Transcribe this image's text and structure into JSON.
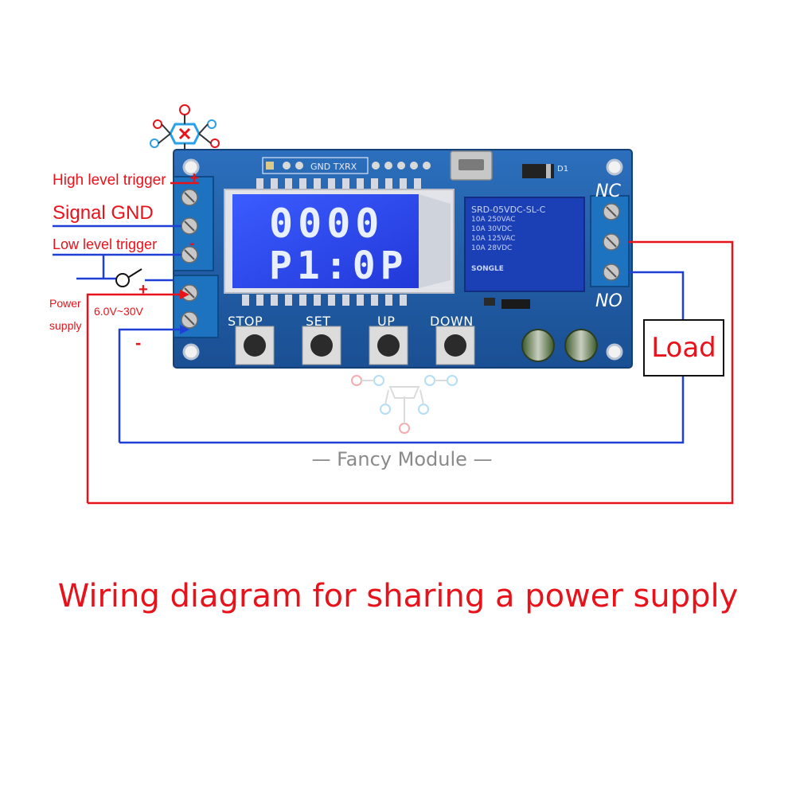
{
  "labels": {
    "high_trigger": "High level trigger",
    "signal_gnd": "Signal GND",
    "low_trigger": "Low level trigger",
    "plus_sign": "+",
    "minus_sign": "-",
    "power": "Power",
    "supply": "supply",
    "voltage": "6.0V~30V",
    "nc": "NC",
    "no": "NO",
    "load": "Load"
  },
  "board": {
    "header_silk": "GND TXRX",
    "d1": "D1",
    "lcd_line1": "0000",
    "lcd_line2": "P1:0P",
    "buttons": [
      "STOP",
      "SET",
      "UP",
      "DOWN"
    ],
    "relay_model": "SRD-05VDC-SL-C",
    "relay_brand": "SONGLE",
    "relay_ratings": [
      "10A 250VAC",
      "10A 30VDC",
      "10A 125VAC",
      "10A 28VDC"
    ]
  },
  "watermark": "— Fancy Module —",
  "caption": "Wiring diagram for sharing a power supply",
  "colors": {
    "wire_red": "#e8121b",
    "wire_blue": "#1f3fd6",
    "pcb": "#1f5fa8",
    "lcd": "#2f4ff0"
  }
}
